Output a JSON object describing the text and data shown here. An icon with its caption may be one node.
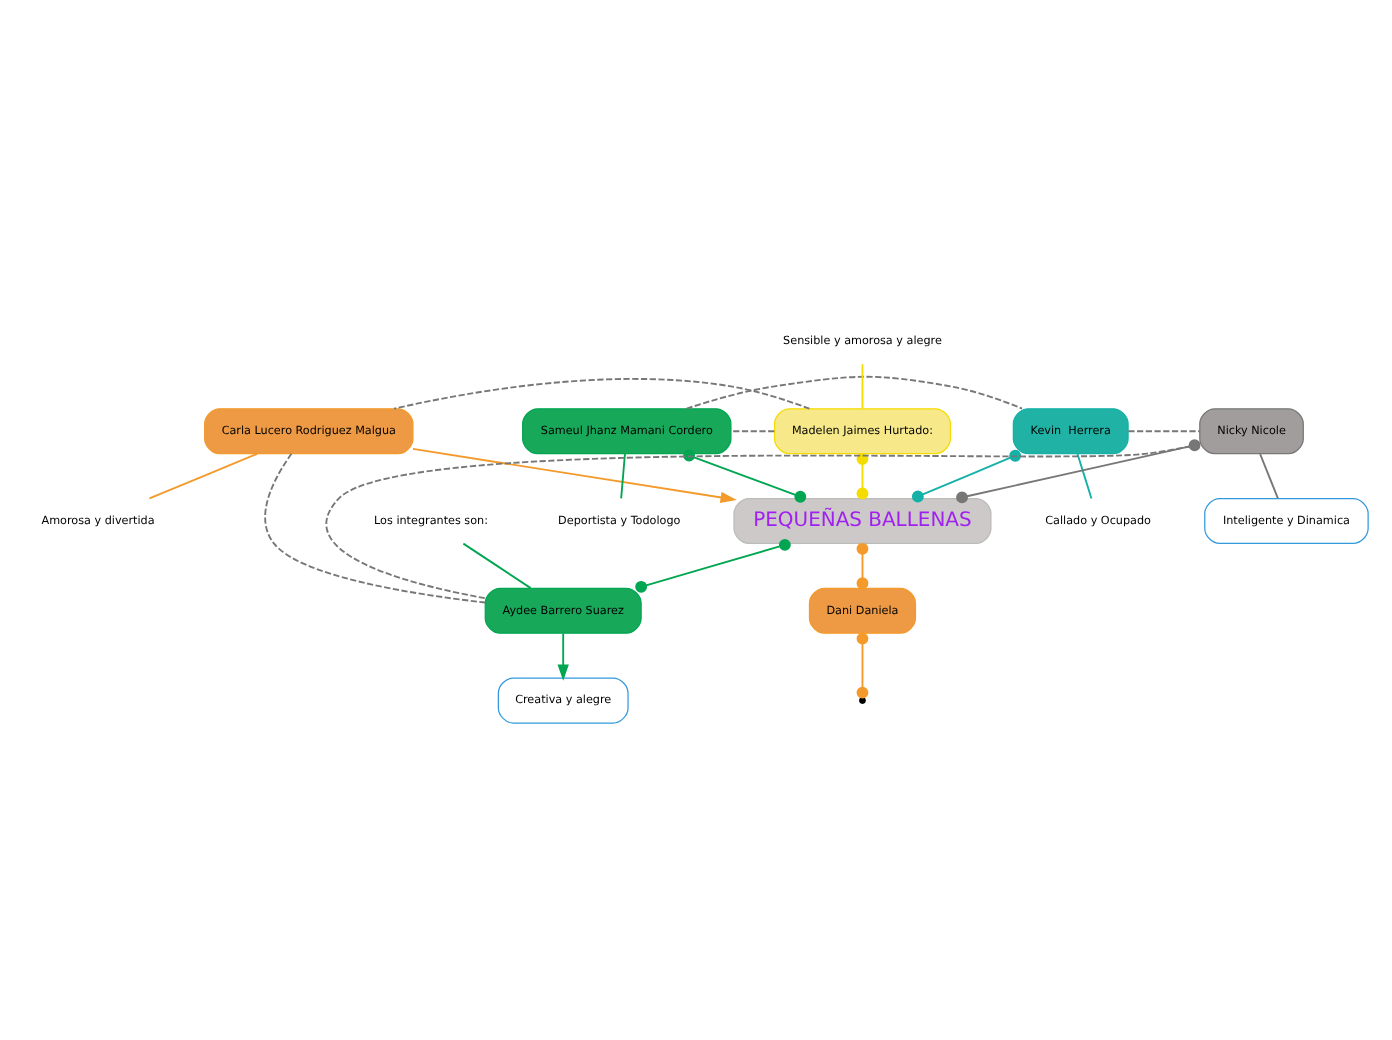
{
  "diagram": {
    "nodes": [
      {
        "text": [
          "PEQUEÑAS BALLENAS"
        ]
      },
      {
        "text": [
          "Madelen Jaimes Hurtado:"
        ]
      },
      {
        "text": [
          "Carla Lucero Rodriguez Malgua"
        ]
      },
      {
        "text": [
          "Sameul Jhanz Mamani Cordero"
        ]
      },
      {
        "text": [
          "Kevin  Herrera"
        ]
      },
      {
        "text": [
          "Nicky Nicole"
        ]
      },
      {
        "text": [
          "Dani Daniela"
        ]
      },
      {
        "text": [
          "Aydee Barrero Suarez"
        ]
      },
      {
        "text": [
          "Los integrantes son:"
        ]
      },
      {
        "text": [
          "Deportista y Todologo"
        ]
      },
      {
        "text": [
          "Callado y Ocupado"
        ]
      },
      {
        "text": [
          "Amorosa y divertida"
        ]
      },
      {
        "text": [
          "Creativa y alegre"
        ]
      },
      {
        "text": [
          "Inteligente y Dinamica"
        ]
      },
      {
        "text": [
          "Sensible y amorosa y alegre"
        ]
      }
    ],
    "edges": [
      {
        "from": 14,
        "to": 1,
        "arrow": "none",
        "color": "#f5dc00"
      },
      {
        "from": 1,
        "to": 0,
        "arrow": "other",
        "color": "#f5dc00"
      },
      {
        "from": 2,
        "to": 0,
        "arrow": "to",
        "color": "#f39a2b"
      },
      {
        "from": 3,
        "to": 0,
        "arrow": "other",
        "color": "#00a651"
      },
      {
        "from": 4,
        "to": 0,
        "arrow": "other",
        "color": "#14b1a8"
      },
      {
        "from": 5,
        "to": 0,
        "arrow": "other",
        "color": "#777777"
      },
      {
        "from": 0,
        "to": 6,
        "arrow": "other",
        "color": "#f39a2b"
      },
      {
        "from": 0,
        "to": 7,
        "arrow": "other",
        "color": "#00a651"
      },
      {
        "from": 1,
        "to": 3,
        "arrow": "none",
        "style": "dashed",
        "color": "#777777"
      },
      {
        "from": 1,
        "to": 2,
        "arrow": "none",
        "style": "dashed",
        "color": "#777777"
      },
      {
        "from": 3,
        "to": 4,
        "arrow": "none",
        "style": "dashed",
        "color": "#777777"
      },
      {
        "from": 4,
        "to": 5,
        "arrow": "none",
        "style": "dashed",
        "color": "#777777"
      },
      {
        "from": 5,
        "to": 7,
        "arrow": "none",
        "style": "dashed",
        "color": "#777777"
      },
      {
        "from": 2,
        "to": 7,
        "arrow": "none",
        "style": "dashed",
        "color": "#777777"
      },
      {
        "from": 8,
        "to": 7,
        "arrow": "none",
        "color": "#00a651"
      },
      {
        "from": 3,
        "to": 9,
        "arrow": "none",
        "color": "#00a651"
      },
      {
        "from": 4,
        "to": 10,
        "arrow": "none",
        "color": "#14b1a8"
      },
      {
        "from": 2,
        "to": 11,
        "arrow": "none",
        "color": "#f39a2b"
      },
      {
        "from": 7,
        "to": 12,
        "arrow": "to",
        "color": "#00a651"
      },
      {
        "from": 5,
        "to": 13,
        "arrow": "none",
        "color": "#777777"
      },
      {
        "from": 6,
        "to": null,
        "arrow": "other",
        "color": "#f39a2b"
      }
    ]
  }
}
